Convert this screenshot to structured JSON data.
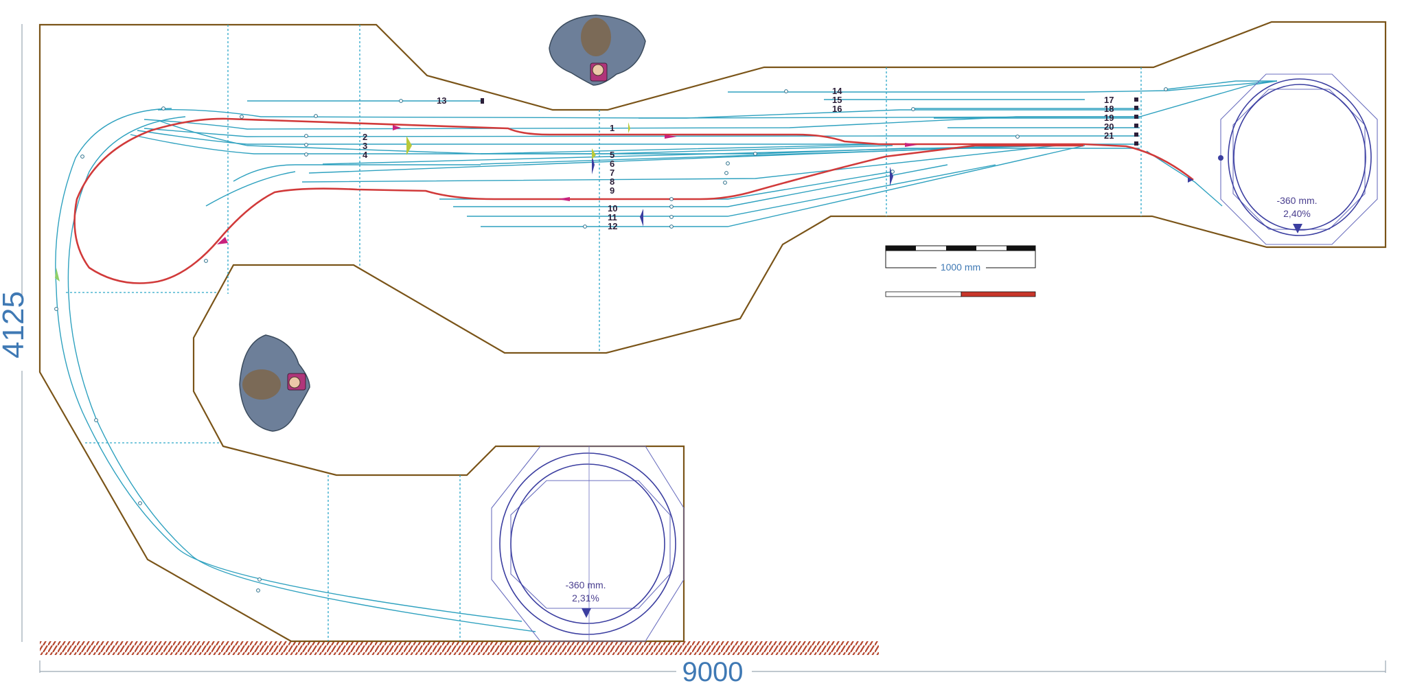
{
  "dimensions": {
    "width_label": "9000",
    "height_label": "4125"
  },
  "scale_bar": {
    "label": "1000 mm"
  },
  "track_numbers": [
    "1",
    "2",
    "3",
    "4",
    "5",
    "6",
    "7",
    "8",
    "9",
    "10",
    "11",
    "12",
    "13",
    "14",
    "15",
    "16",
    "17",
    "18",
    "19",
    "20",
    "21"
  ],
  "helix_right": {
    "depth": "-360 mm.",
    "grade": "2,40%"
  },
  "helix_bottom": {
    "depth": "-360 mm.",
    "grade": "2,31%"
  },
  "colors": {
    "board_outline": "#7a5418",
    "track": "#2ea1bf",
    "mainline": "#d13a3a",
    "helix": "#3b3ea0",
    "dimension": "#3f79b4",
    "operator_body": "#6d7f99"
  },
  "icons": [
    "operator-figure-icon",
    "direction-arrow-icon",
    "signal-triangle-icon",
    "buffer-stop-icon",
    "wall-hatch-icon"
  ]
}
